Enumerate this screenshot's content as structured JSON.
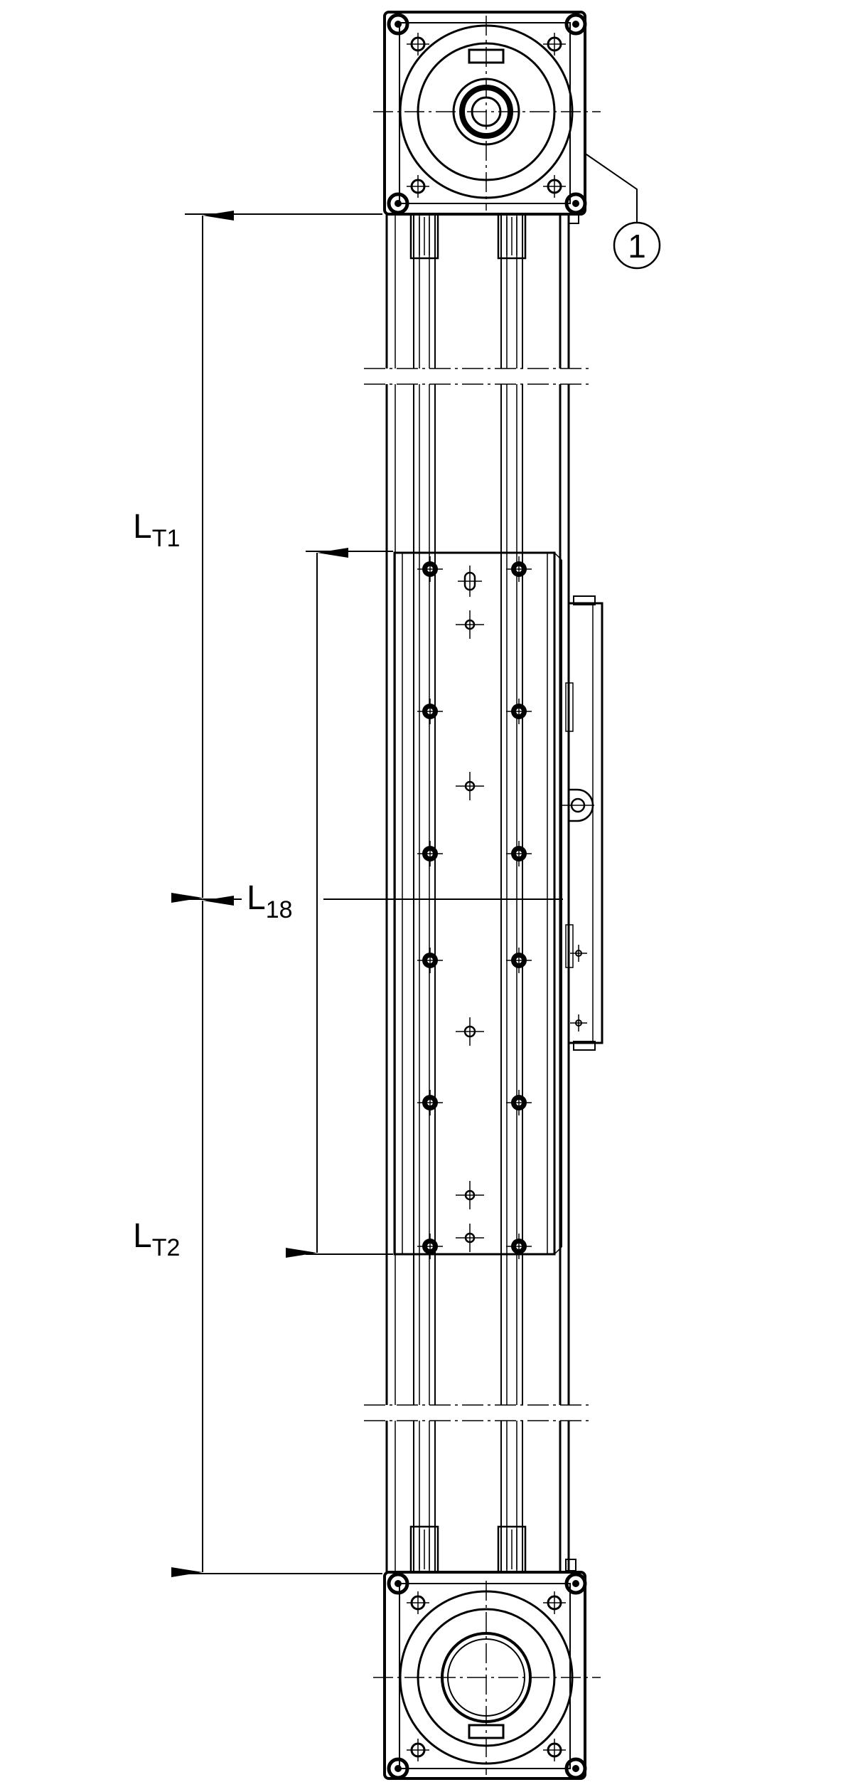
{
  "dimensions": {
    "lt1": {
      "main": "L",
      "sub": "T1"
    },
    "lt2": {
      "main": "L",
      "sub": "T2"
    },
    "l18": {
      "main": "L",
      "sub": "18"
    }
  },
  "callouts": [
    {
      "number": "1",
      "target": "drive-unit-motor-flange"
    }
  ],
  "colors": {
    "line": "#000000",
    "background": "#ffffff"
  },
  "icons": [
    "arrowhead",
    "mounting-hole",
    "centre-mark",
    "balloon"
  ]
}
